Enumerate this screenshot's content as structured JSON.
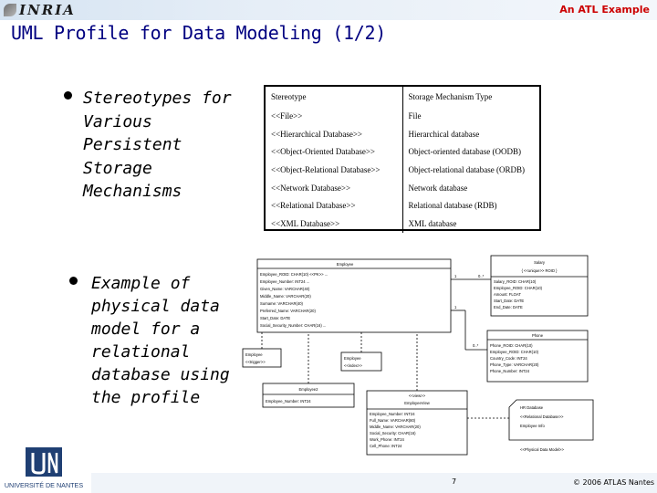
{
  "header": {
    "logo_text": "INRIA",
    "section_label": "An ATL Example"
  },
  "slide": {
    "title": "UML Profile for Data Modeling (1/2)",
    "bullets": [
      {
        "lines": [
          "Stereotypes for",
          "Various",
          "Persistent",
          "Storage",
          "Mechanisms"
        ]
      },
      {
        "lines": [
          "Example of",
          "physical data",
          "model for a",
          "relational",
          "database using",
          "the profile"
        ]
      }
    ]
  },
  "stereotype_table": {
    "headers": [
      "Stereotype",
      "Storage Mechanism Type"
    ],
    "rows": [
      [
        "<<File>>",
        "File"
      ],
      [
        "<<Hierarchical Database>>",
        "Hierarchical database"
      ],
      [
        "<<Object-Oriented Database>>",
        "Object-oriented database (OODB)"
      ],
      [
        "<<Object-Relational Database>>",
        "Object-relational database (ORDB)"
      ],
      [
        "<<Network Database>>",
        "Network database"
      ],
      [
        "<<Relational Database>>",
        "Relational database (RDB)"
      ],
      [
        "<<XML Database>>",
        "XML database"
      ]
    ]
  },
  "diagram": {
    "employee": {
      "title": "Employee",
      "lines": [
        "Employee_ROID: CHAR(10) <<PK>> ...",
        "Employee_Number: INT24 ...",
        "Given_Name: VARCHAR(40)",
        "Middle_Name: VARCHAR(20)",
        "Surname: VARCHAR(40)",
        "Preferred_Name: VARCHAR(20)",
        "Start_Date: DATE",
        "Social_Security_Number: CHAR(16) ..."
      ]
    },
    "salary": {
      "title": "Salary",
      "subtitle": "{ <<unique>> ROID }",
      "lines": [
        "Salary_ROID: CHAR(10)",
        "Employee_ROID: CHAR(10)",
        "Amount: FLOAT",
        "Start_Date: DATE",
        "End_Date: DATE"
      ]
    },
    "phone": {
      "title": "Phone",
      "lines": [
        "Phone_ROID: CHAR(10)",
        "Employee_ROID: CHAR(10)",
        "Country_Code: INT24",
        "Phone_Type: VARCHAR(20)",
        "Phone_Number: INT24"
      ]
    },
    "employee2": {
      "title": "Employee2",
      "lines": [
        "Employee_Number: INT24"
      ]
    },
    "view": {
      "title": "<<view>>",
      "subtitle": "EmployeeView",
      "lines": [
        "Employee_Number: INT24",
        "Full_Name: VARCHAR(80)",
        "Middle_Name: VARCHAR(20)",
        "Social_Security: CHAR(16)",
        "Work_Phone: INT24",
        "Cell_Phone: INT24"
      ]
    },
    "note": {
      "title": "HR Database",
      "lines": [
        "<<Relational Database>>",
        "Employee Info"
      ]
    },
    "small_boxes": [
      {
        "title": "Employee",
        "lines": [
          "<<trigger>>"
        ]
      },
      {
        "title": "Employee",
        "lines": [
          "<<index>>"
        ]
      }
    ],
    "assoc_labels": [
      "1",
      "0..*",
      "1",
      "0..*"
    ],
    "caption": "<<Physical Data Model>>"
  },
  "footer": {
    "university": "UNIVERSITÉ DE NANTES",
    "page_number": "7",
    "copyright": "© 2006 ATLAS Nantes"
  }
}
